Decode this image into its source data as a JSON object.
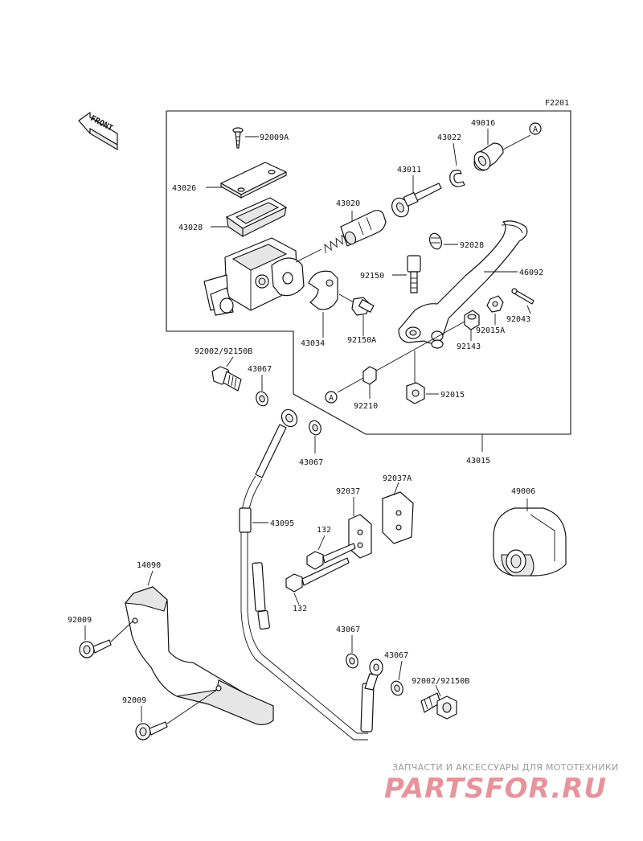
{
  "figure_code": "F2201",
  "front_label": "FRONT",
  "ref_a": "A",
  "parts": {
    "p92009A": "92009A",
    "p43026": "43026",
    "p43028": "43028",
    "p43020": "43020",
    "p43011": "43011",
    "p43022": "43022",
    "p49016": "49016",
    "p92028": "92028",
    "p92150": "92150",
    "p46092": "46092",
    "p43034": "43034",
    "p92150A": "92150A",
    "p92043": "92043",
    "p92015A": "92015A",
    "p92143": "92143",
    "p92002_top": "92002/92150B",
    "p43067_a": "43067",
    "p92210": "92210",
    "p92015": "92015",
    "p43067_b": "43067",
    "p43015": "43015",
    "p92037": "92037",
    "p92037A": "92037A",
    "p49006": "49006",
    "p43095": "43095",
    "p132_a": "132",
    "p132_b": "132",
    "p14090": "14090",
    "p92009_a": "92009",
    "p92009_b": "92009",
    "p43067_c": "43067",
    "p43067_d": "43067",
    "p92002_bottom": "92002/92150B"
  },
  "watermark": {
    "line1": "ЗАПЧАСТИ И АКСЕССУАРЫ ДЛЯ МОТОТЕХНИКИ",
    "logo": "PARTSFOR.RU"
  }
}
